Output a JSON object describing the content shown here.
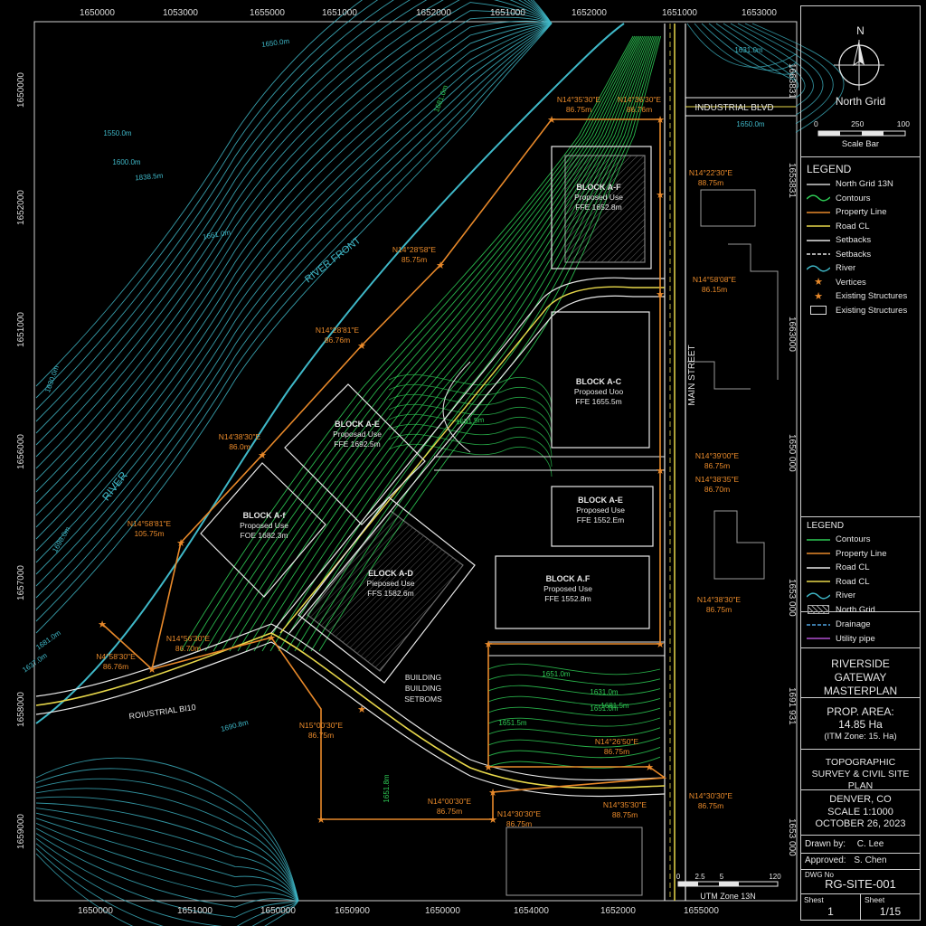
{
  "map": {
    "top_coords": [
      "1650000",
      "1053000",
      "1655000",
      "1651000",
      "1652000",
      "1651000",
      "1652000",
      "1651000",
      "1653000"
    ],
    "bottom_coords": [
      "1650000",
      "1651000",
      "1650000",
      "1650900",
      "1650000",
      "1654000",
      "1652000",
      "1655000"
    ],
    "left_coords": [
      "1650000",
      "1652000",
      "1651000",
      "1656000",
      "1657000",
      "1658000",
      "1659000"
    ],
    "right_coords": [
      "1663831",
      "1653831",
      "1663000",
      "1650 000",
      "1653 000",
      "1691 931",
      "1653 000"
    ],
    "roads": {
      "industrial_blvd_top": "INDUSTRIAL BLVD",
      "main_street": "MAIN STREET",
      "industrial_blvd_bottom": "ROIUSTRIAL BI10"
    },
    "water": {
      "river_front": "RIVER FRONT",
      "river": "RIVER"
    },
    "contour_labels": [
      "1650.0m",
      "1550.0m",
      "1600.0m",
      "1838.5m",
      "1661.0m",
      "1698.0m",
      "1681.0m",
      "1631.0m",
      "1650.0m",
      "1651.5m",
      "1651.0m",
      "1631.0m",
      "1651.0m",
      "1681.5m",
      "1651.5m",
      "1690.8m",
      "1651.8m",
      "1637.0m",
      "1681.0m",
      "1630.0m"
    ],
    "blocks": [
      {
        "name": "BLOCK A-F",
        "use": "Proposed Use",
        "ffe": "FFE 1652.8m"
      },
      {
        "name": "BLOCK A-C",
        "use": "Proposed Uoo",
        "ffe": "FFE 1655.5m"
      },
      {
        "name": "BLOCK A-E",
        "use": "Proposad Use",
        "ffe": "FFE 1692.5m"
      },
      {
        "name": "BLOCK A-E",
        "use": "Proposed Use",
        "ffe": "FFE 1552.Em"
      },
      {
        "name": "BLOCK A-f",
        "use": "Proposed Use",
        "ffe": "FOE 1682.3m"
      },
      {
        "name": "ELOCK A-D",
        "use": "Pieposed Use",
        "ffe": "FFS 1582.6m"
      },
      {
        "name": "BLOCK A.F",
        "use": "Proposed Use",
        "ffe": "FFE 1552.8m"
      }
    ],
    "building_setbacks": [
      "BUILDING",
      "BUILDING",
      "SETBOMS"
    ],
    "bearings": [
      {
        "b": "N14°35'30\"E",
        "d": "86.75m"
      },
      {
        "b": "N14°36'30\"E",
        "d": "86.76m"
      },
      {
        "b": "N14°22'30\"E",
        "d": "88.75m"
      },
      {
        "b": "N14°28'58\"E",
        "d": "85.75m"
      },
      {
        "b": "N14°58'08\"E",
        "d": "86.15m"
      },
      {
        "b": "N14°28'81\"E",
        "d": "86.76m"
      },
      {
        "b": "N14'38'30\"E",
        "d": "86.0m"
      },
      {
        "b": "N14°39'00\"E",
        "d": "86.75m"
      },
      {
        "b": "N14°38'35\"E",
        "d": "86.70m"
      },
      {
        "b": "N14°58'81\"E",
        "d": "105.75m"
      },
      {
        "b": "N14°38'30\"E",
        "d": "86.75m"
      },
      {
        "b": "N14°56'30\"E",
        "d": "86.70m"
      },
      {
        "b": "N4°58'30\"E",
        "d": "86.76m"
      },
      {
        "b": "N15°00'30\"E",
        "d": "86.75m"
      },
      {
        "b": "N14°26'50\"E",
        "d": "86.75m"
      },
      {
        "b": "N14°00'30\"E",
        "d": "86.75m"
      },
      {
        "b": "N14°30'30\"E",
        "d": "86.75m"
      },
      {
        "b": "N14°35'30\"E",
        "d": "88.75m"
      },
      {
        "b": "N14°30'30\"E",
        "d": "86.75m"
      }
    ],
    "bottom_scale": {
      "ticks": [
        "0",
        "2.5",
        "5",
        "120"
      ],
      "label": "UTM Zone 13N"
    }
  },
  "title_block": {
    "north_letter": "N",
    "north_label": "North Grid",
    "scale_ticks": [
      "0",
      "250",
      "100"
    ],
    "scale_label": "Scale Bar",
    "legend1_title": "LEGEND",
    "legend1": [
      "North Grid 13N",
      "Contours",
      "Property Line",
      "Road CL",
      "Setbacks",
      "Setbacks",
      "River",
      "Vertices",
      "Existing Structures",
      "Existing Structures"
    ],
    "legend2_title": "LEGEND",
    "legend2": [
      "Contours",
      "Property Line",
      "Road CL",
      "Road CL",
      "River",
      "North Grid"
    ],
    "legend3": [
      "Drainage",
      "Utility pipe"
    ],
    "project_title": "RIVERSIDE GATEWAY MASTERPLAN",
    "prop_area_label": "PROP. AREA:",
    "prop_area_value": "14.85 Ha",
    "prop_area_note": "(ITM Zone: 15. Ha)",
    "drawing_type": "TOPOGRAPHIC SURVEY & CIVIL SITE PLAN",
    "location": "DENVER, CO",
    "scale": "SCALE 1:1000",
    "date": "OCTOBER 26, 2023",
    "drawn_by_label": "Drawn by:",
    "drawn_by": "C. Lee",
    "approved_label": "Approved:",
    "approved_by": "S. Chen",
    "dwg_no_label": "DWG No",
    "dwg_no": "RG-SITE-001",
    "sheet_label": "Shest",
    "sheet": "1",
    "sheet_total_label": "Sheet",
    "sheet_total": "1/15"
  },
  "colors": {
    "contour_cyan": "#3fb8c8",
    "contour_green": "#2ecc55",
    "property_line": "#e8892a",
    "road_cl": "#e8d84a",
    "building": "#e8e8e8",
    "drainage": "#4fa3e0",
    "utility": "#b04fd0"
  }
}
